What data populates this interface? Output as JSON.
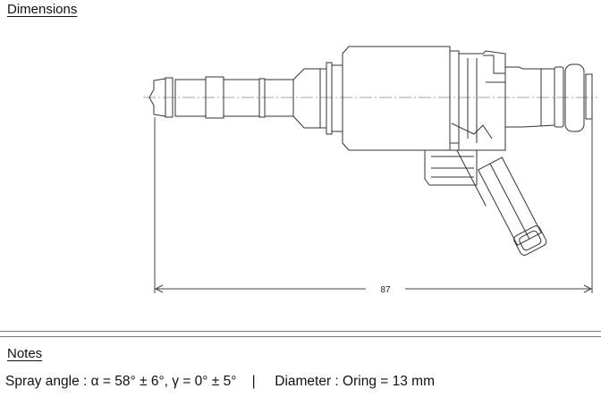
{
  "sections": {
    "dimensions_title": "Dimensions",
    "notes_title": "Notes"
  },
  "drawing": {
    "overall_length_label": "87"
  },
  "notes": {
    "spray_angle": "Spray angle : α = 58° ± 6°, γ = 0° ± 5°",
    "separator": "|",
    "diameter": "Diameter : Oring = 13 mm"
  }
}
